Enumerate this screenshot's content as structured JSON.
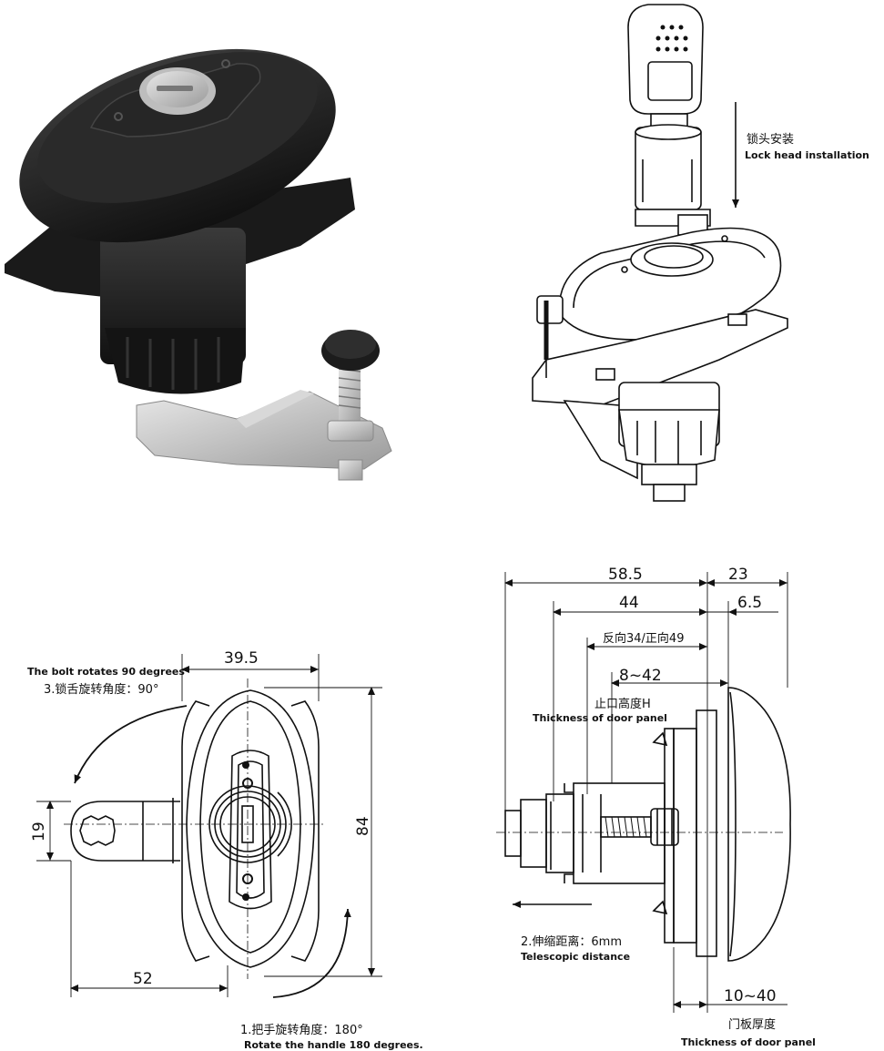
{
  "labels": {
    "lock_install_cn": "锁头安装",
    "lock_install_en": "Lock head installation",
    "bolt_rotate_en": "The bolt rotates 90 degrees",
    "bolt_rotate_cn": "3.锁舌旋转角度：90°",
    "handle_rotate_cn": "1.把手旋转角度：180°",
    "handle_rotate_en": "Rotate the handle 180 degrees.",
    "stop_height_cn": "止口高度H",
    "stop_height_en": "Thickness of door panel",
    "telescopic_cn": "2.伸缩距离：6mm",
    "telescopic_en": "Telescopic distance",
    "door_thick_cn": "门板厚度",
    "door_thick_en": "Thickness of door panel",
    "reverse_forward": "反向34/正向49"
  },
  "dimensions": {
    "d_39_5": "39.5",
    "d_84": "84",
    "d_19": "19",
    "d_52": "52",
    "d_58_5": "58.5",
    "d_23": "23",
    "d_44": "44",
    "d_6_5": "6.5",
    "d_8_42": "8~42",
    "d_10_40": "10~40"
  },
  "colors": {
    "lock_body": "#1c1c1c",
    "metal": "#c9c9c9",
    "line": "#111111"
  }
}
